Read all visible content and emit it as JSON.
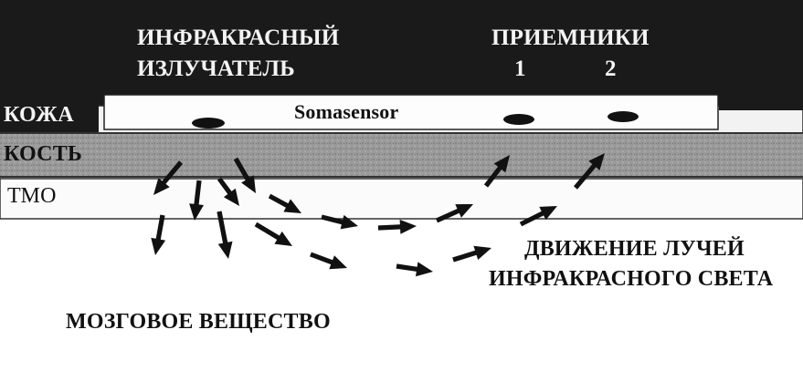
{
  "labels": {
    "emitter_line1": "ИНФРАКРАСНЫЙ",
    "emitter_line2": "ИЗЛУЧАТЕЛЬ",
    "receivers_title": "ПРИЕМНИКИ",
    "receiver_1": "1",
    "receiver_2": "2",
    "skin": "КОЖА",
    "bone": "КОСТЬ",
    "dura": "ТМО",
    "sensor": "Somasensor",
    "light_line1": "ДВИЖЕНИЕ ЛУЧЕЙ",
    "light_line2": "ИНФРАКРАСНОГО СВЕТА",
    "brain": "МОЗГОВОЕ ВЕЩЕСТВО"
  },
  "colors": {
    "dark_band": "#1a1a1a",
    "skin_band": "#f2f2f2",
    "bone_band": "#9a9a9a",
    "dura_band": "#fbfbfb",
    "arrow": "#111111",
    "text_dark": "#111111",
    "text_light": "#f4f4f4"
  },
  "layers": [
    "skin",
    "bone",
    "dura",
    "brain"
  ]
}
